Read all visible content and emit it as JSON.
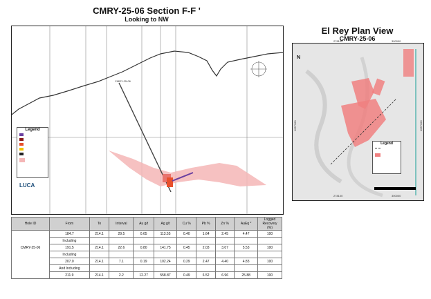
{
  "section": {
    "title": "CMRY-25-06 Section F-F '",
    "subtitle": "Looking to NW",
    "drillhole_label": "CMRY-25-06",
    "legend_title": "Legend",
    "logo_text": "LUCA"
  },
  "plan": {
    "title": "El Rey Plan View",
    "subtitle": "CMRY-25-06",
    "legend_title": "Legend",
    "x_tick_left": "278100",
    "x_tick_right": "300000",
    "y_tick": "1057100",
    "north_label": "N"
  },
  "table": {
    "headers": [
      "Hole ID",
      "From",
      "To",
      "Interval",
      "Au g/t",
      "Ag g/t",
      "Cu %",
      "Pb %",
      "Zn %",
      "AuEq *",
      "Logged Recovery (%)"
    ],
    "hole_id": "CMRY-25-06",
    "rows": [
      {
        "from": "184.7",
        "to": "214.1",
        "interval": "29.5",
        "au": "0.65",
        "ag": "113.55",
        "cu": "0.40",
        "pb": "1.64",
        "zn": "2.45",
        "aueq": "4.47",
        "rec": "100"
      },
      {
        "label": "Including"
      },
      {
        "from": "191.5",
        "to": "214.1",
        "interval": "22.6",
        "au": "0.80",
        "ag": "141.75",
        "cu": "0.45",
        "pb": "2.03",
        "zn": "3.07",
        "aueq": "5.53",
        "rec": "100"
      },
      {
        "label": "Including"
      },
      {
        "from": "207.0",
        "to": "214.1",
        "interval": "7.1",
        "au": "0.19",
        "ag": "102.24",
        "cu": "0.29",
        "pb": "2.47",
        "zn": "4.40",
        "aueq": "4.83",
        "rec": "100"
      },
      {
        "label": "And Including"
      },
      {
        "from": "211.9",
        "to": "214.1",
        "interval": "2.2",
        "au": "12.27",
        "ag": "558.87",
        "cu": "0.49",
        "pb": "6.52",
        "zn": "6.96",
        "aueq": "25.88",
        "rec": "100"
      }
    ]
  },
  "colors": {
    "zone_fill": "#f4b6b6",
    "mineralized": "#e8736e",
    "high_grade": "#e8502c",
    "plan_zone": "#f08080",
    "drill_trace": "#444444",
    "section_line": "#6a3fa0",
    "water_line": "#5ab6b0"
  }
}
